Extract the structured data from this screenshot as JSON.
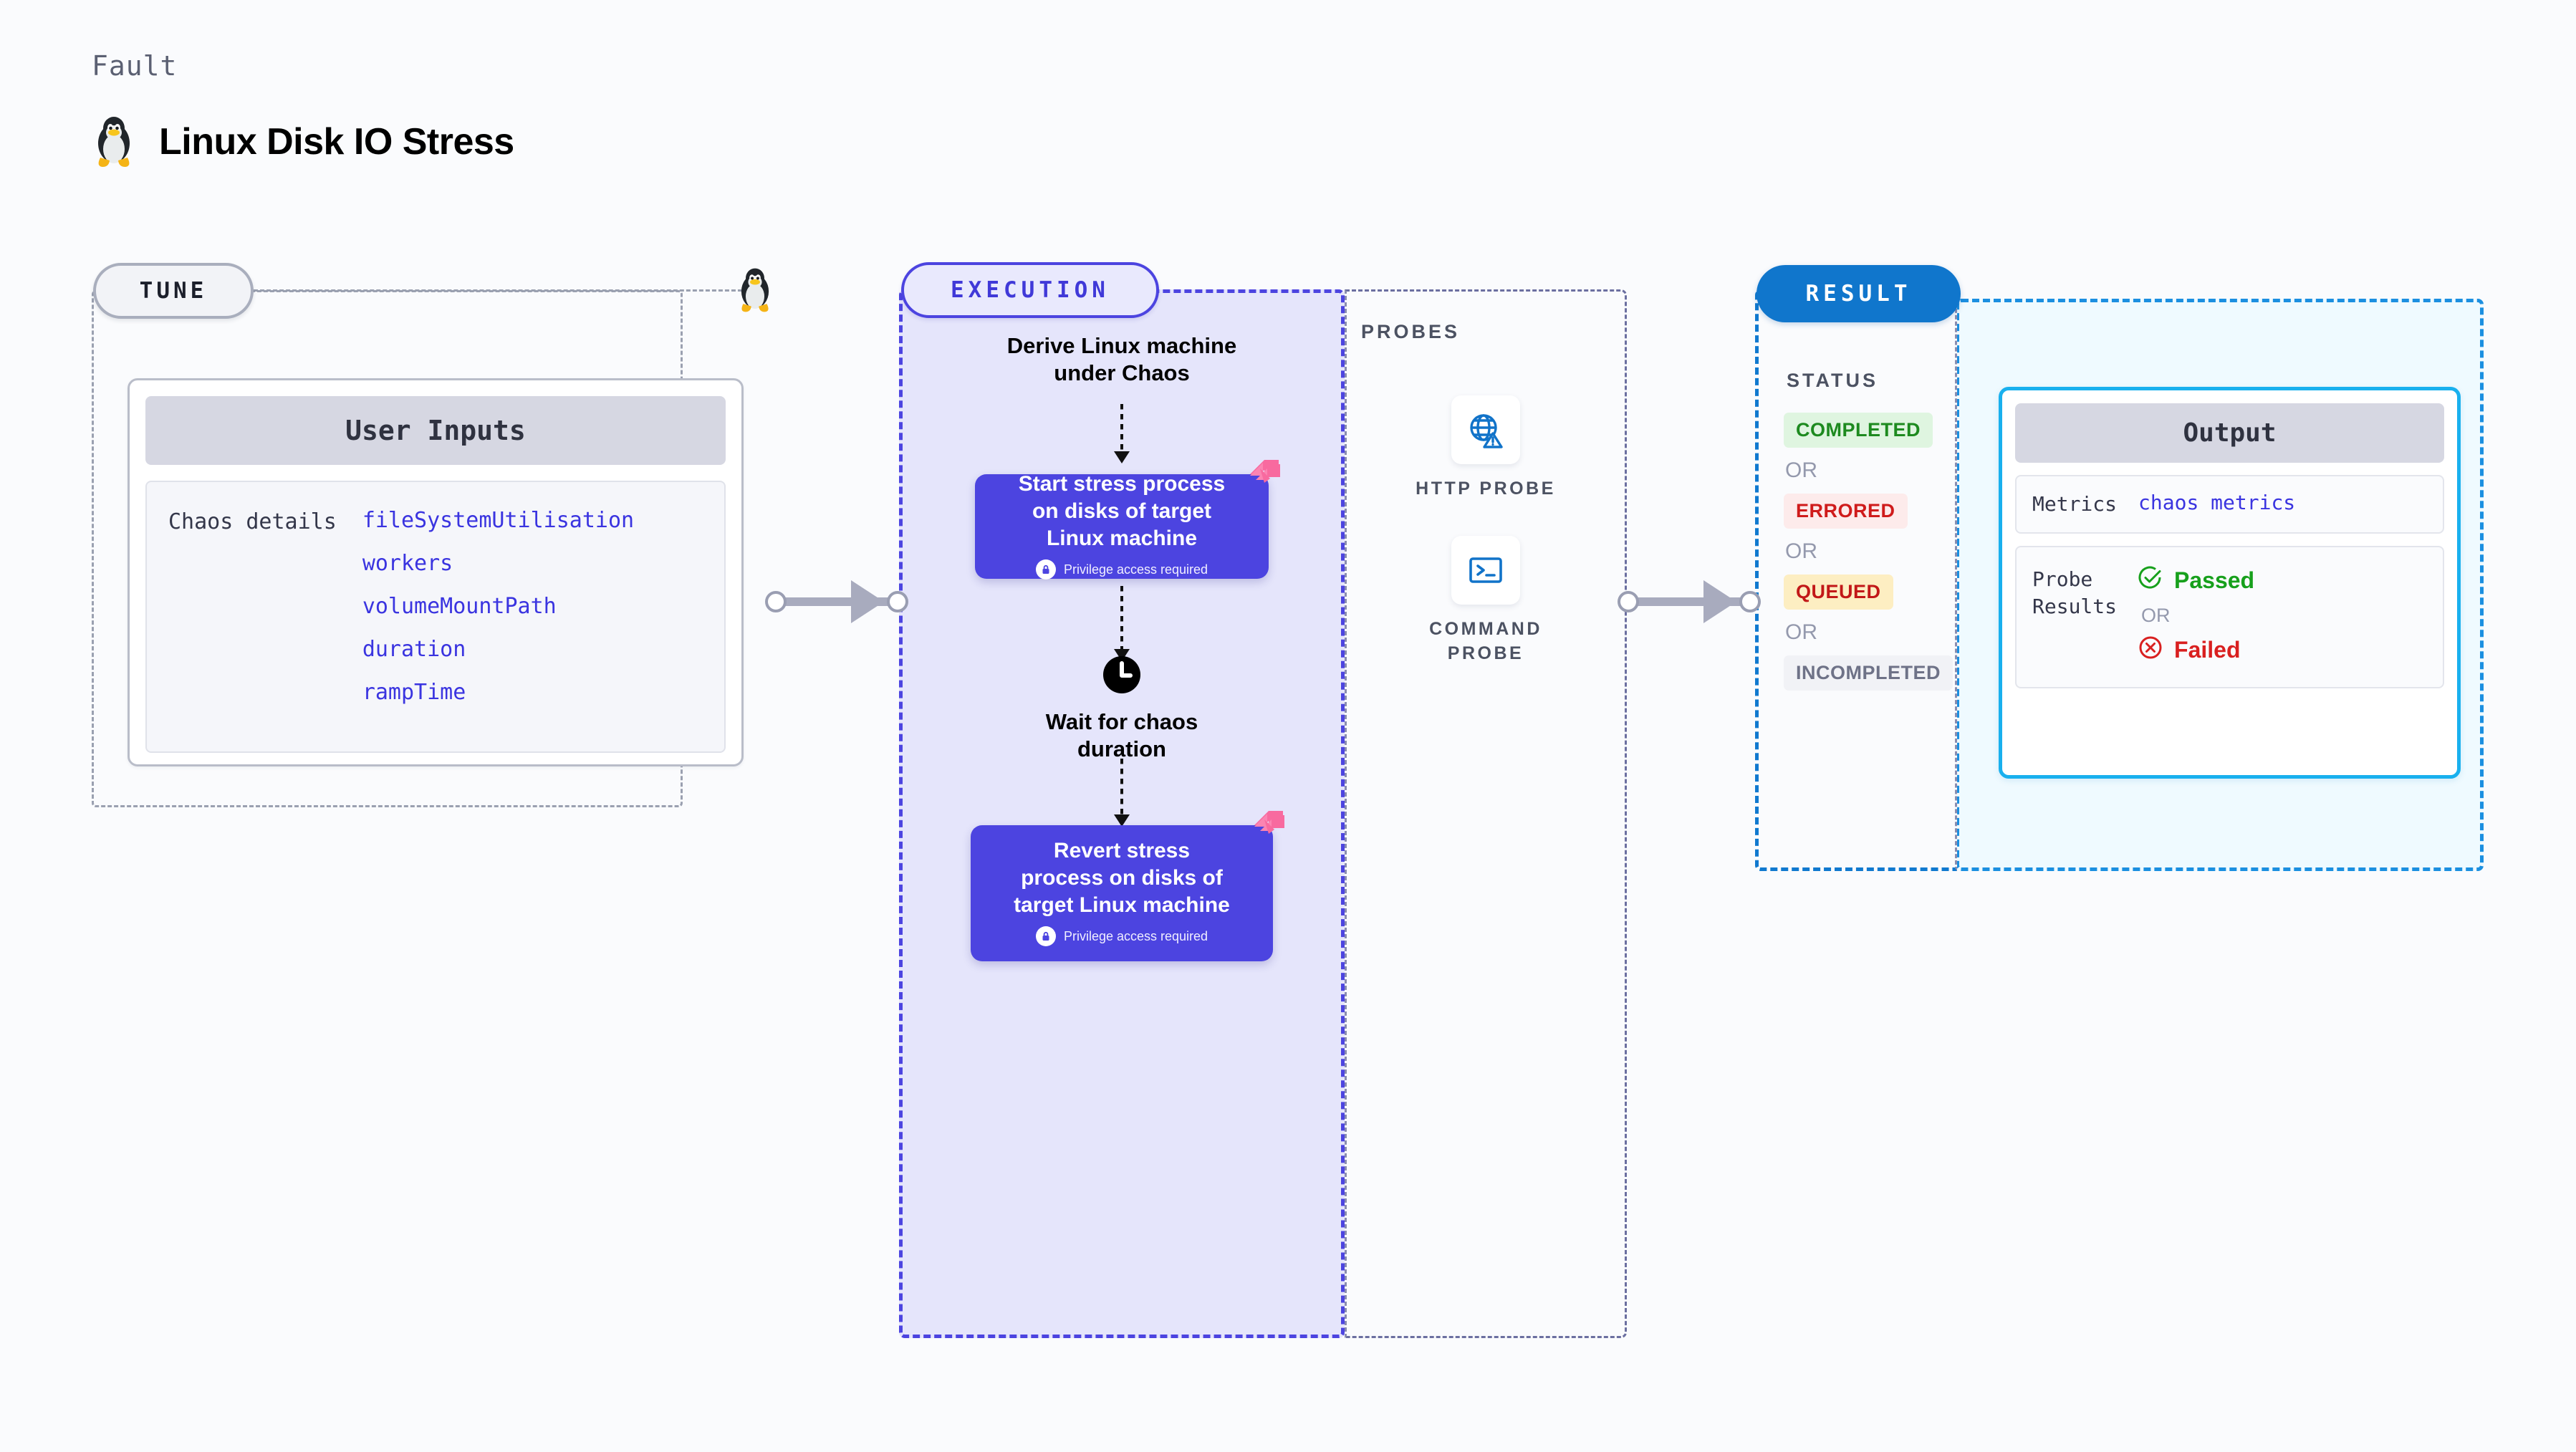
{
  "header": {
    "kicker": "Fault",
    "title": "Linux Disk IO Stress",
    "icon": "tux-penguin-icon"
  },
  "tune": {
    "pill_label": "TUNE",
    "icon": "tux-penguin-icon",
    "card": {
      "title": "User Inputs",
      "key": "Chaos details",
      "values": [
        "fileSystemUtilisation",
        "workers",
        "volumeMountPath",
        "duration",
        "rampTime"
      ]
    }
  },
  "execution": {
    "pill_label": "EXECUTION",
    "derive_step": "Derive Linux machine\nunder Chaos",
    "start_step": {
      "text": "Start stress process\non disks of target\nLinux machine",
      "privilege": "Privilege access required",
      "badge_icon": "litmus-ribbon-icon",
      "lock_icon": "lock-icon"
    },
    "wait_step": {
      "label": "Wait for chaos\nduration",
      "icon": "clock-icon"
    },
    "revert_step": {
      "text": "Revert stress\nprocess on disks of\ntarget Linux machine",
      "privilege": "Privilege access required",
      "badge_icon": "litmus-ribbon-icon",
      "lock_icon": "lock-icon"
    }
  },
  "probes": {
    "label": "PROBES",
    "items": [
      {
        "label": "HTTP PROBE",
        "icon": "globe-warning-icon"
      },
      {
        "label": "COMMAND\nPROBE",
        "icon": "terminal-icon"
      }
    ]
  },
  "result": {
    "pill_label": "RESULT",
    "status_label": "STATUS",
    "or_label": "OR",
    "statuses": [
      {
        "label": "COMPLETED",
        "color": "#1d8a1f",
        "bg": "#dff5e0"
      },
      {
        "label": "ERRORED",
        "color": "#cf1b1b",
        "bg": "#fdebeb"
      },
      {
        "label": "QUEUED",
        "color": "#c21818",
        "bg": "#fdeec2"
      },
      {
        "label": "INCOMPLETED",
        "color": "#6e7287",
        "bg": "#f1f2f6"
      }
    ],
    "output": {
      "title": "Output",
      "metrics_key": "Metrics",
      "metrics_value": "chaos metrics",
      "probe_key": "Probe\nResults",
      "passed": "Passed",
      "failed": "Failed",
      "or_label": "OR",
      "passed_icon": "check-circle-icon",
      "failed_icon": "x-circle-icon",
      "passed_color": "#17a01c",
      "failed_color": "#d92020"
    }
  },
  "colors": {
    "accent_purple": "#4c44e0",
    "accent_blue": "#1076cc",
    "accent_cyan": "#19b0ee",
    "ribbon_pink": "#f86a9f",
    "canvas_bg": "#fafbfd"
  }
}
